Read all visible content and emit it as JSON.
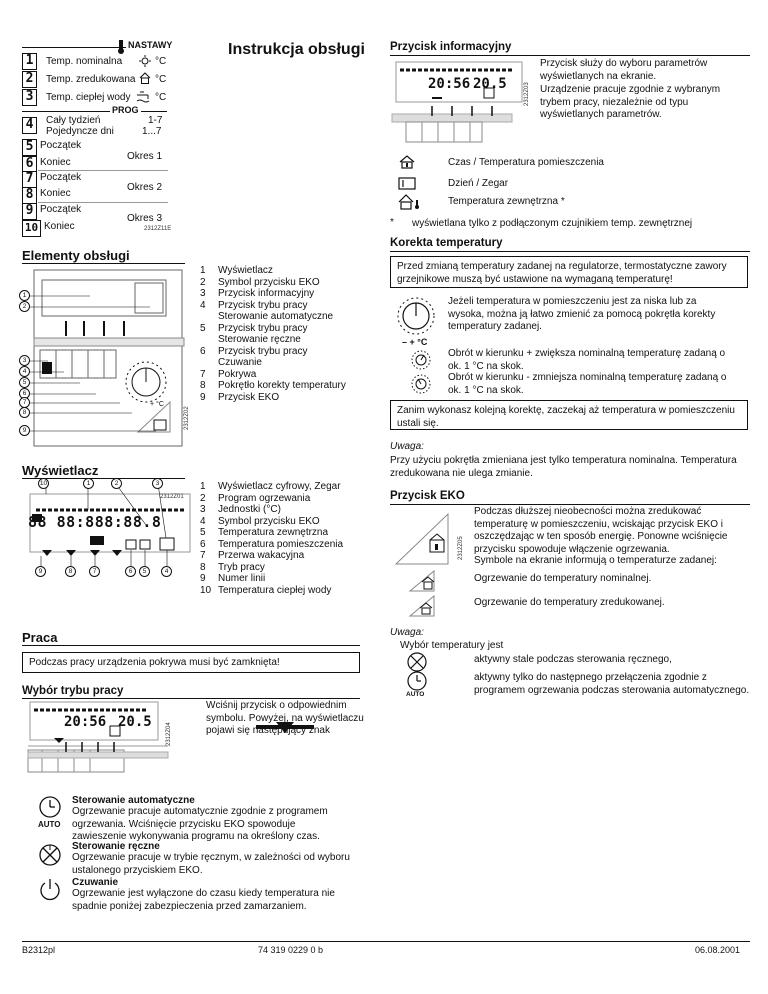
{
  "header": {
    "title": "Instrukcja obsługi"
  },
  "settings": {
    "label": "NASTAWY",
    "rows": [
      {
        "num": "1",
        "label": "Temp. nominalna",
        "unit": "°C"
      },
      {
        "num": "2",
        "label": "Temp. zredukowana",
        "unit": "°C"
      },
      {
        "num": "3",
        "label": "Temp. ciepłej wody",
        "unit": "°C"
      }
    ],
    "prog_label": "PROG",
    "week": {
      "num": "4",
      "label1": "Cały tydzień",
      "label2": "Pojedyncze dni",
      "val1": "1-7",
      "val2": "1...7"
    },
    "periods": [
      {
        "num_start": "5",
        "num_end": "6",
        "start": "Początek",
        "end": "Koniec",
        "name": "Okres 1"
      },
      {
        "num_start": "7",
        "num_end": "8",
        "start": "Początek",
        "end": "Koniec",
        "name": "Okres 2"
      },
      {
        "num_start": "9",
        "num_end": "10",
        "start": "Początek",
        "end": "Koniec",
        "name": "Okres 3"
      }
    ],
    "code": "2312Z11E"
  },
  "controls": {
    "heading": "Elementy obsługi",
    "items": [
      {
        "n": "1",
        "t": "Wyświetlacz"
      },
      {
        "n": "2",
        "t": "Symbol przycisku EKO"
      },
      {
        "n": "3",
        "t": "Przycisk informacyjny"
      },
      {
        "n": "4",
        "t": "Przycisk trybu pracy"
      },
      {
        "n": "",
        "t": "Sterowanie automatyczne"
      },
      {
        "n": "5",
        "t": "Przycisk trybu pracy"
      },
      {
        "n": "",
        "t": "Sterowanie ręczne"
      },
      {
        "n": "6",
        "t": "Przycisk trybu pracy"
      },
      {
        "n": "",
        "t": "Czuwanie"
      },
      {
        "n": "7",
        "t": "Pokrywa"
      },
      {
        "n": "8",
        "t": "Pokrętło korekty temperatury"
      },
      {
        "n": "9",
        "t": "Przycisk EKO"
      }
    ],
    "code": "2312Z02"
  },
  "display": {
    "heading": "Wyświetlacz",
    "items": [
      {
        "n": "1",
        "t": "Wyświetlacz cyfrowy, Zegar"
      },
      {
        "n": "2",
        "t": "Program ogrzewania"
      },
      {
        "n": "3",
        "t": "Jednostki (°C)"
      },
      {
        "n": "4",
        "t": "Symbol przycisku EKO"
      },
      {
        "n": "5",
        "t": "Temperatura zewnętrzna"
      },
      {
        "n": "6",
        "t": "Temperatura pomieszczenia"
      },
      {
        "n": "7",
        "t": "Przerwa wakacyjna"
      },
      {
        "n": "8",
        "t": "Tryb pracy"
      },
      {
        "n": "9",
        "t": "Numer linii"
      },
      {
        "n": "10",
        "t": "Temperatura ciepłej wody"
      }
    ],
    "lcd_text": "88 88:888:88.8",
    "code": "2312Z01"
  },
  "praca": {
    "heading": "Praca",
    "note": "Podczas pracy urządzenia pokrywa musi być zamknięta!"
  },
  "mode_select": {
    "heading": "Wybór trybu pracy",
    "text": "Wciśnij przycisk o odpowiednim symbolu. Powyżej, na wyświetlaczu pojawi się następujący znak",
    "lcd_time": "20:56",
    "lcd_temp": "20.5",
    "code": "2312Z04",
    "modes": [
      {
        "icon_label": "AUTO",
        "title": "Sterowanie automatyczne",
        "desc": "Ogrzewanie pracuje automatycznie zgodnie z programem ogrzewania. Wciśnięcie przycisku EKO spowoduje zawieszenie wykonywania programu na określony czas."
      },
      {
        "title": "Sterowanie ręczne",
        "desc": "Ogrzewanie pracuje w trybie ręcznym, w zależności od wyboru ustalonego przyciskiem EKO."
      },
      {
        "title": "Czuwanie",
        "desc": "Ogrzewanie jest wyłączone do czasu kiedy temperatura nie spadnie poniżej zabezpieczenia przed zamarzaniem."
      }
    ]
  },
  "info_button": {
    "heading": "Przycisk informacyjny",
    "text1": "Przycisk służy do wyboru parametrów wyświetlanych na ekranie.",
    "text2": "Urządzenie pracuje zgodnie z wybranym trybem pracy, niezależnie od typu wyświetlanych parametrów.",
    "lcd_time": "20:56",
    "lcd_temp": "20.5",
    "code": "2312Z03",
    "legend": [
      {
        "t": "Czas / Temperatura pomieszczenia"
      },
      {
        "t": "Dzień / Zegar"
      },
      {
        "t": "Temperatura zewnętrzna *"
      }
    ],
    "footnote_mark": "*",
    "footnote": "wyświetlana tylko z podłączonym czujnikiem temp. zewnętrznej"
  },
  "correction": {
    "heading": "Korekta temperatury",
    "warn": "Przed zmianą temperatury zadanej na regulatorze, termostatyczne zawory grzejnikowe muszą być ustawione na wymaganą temperaturę!",
    "text1": "Jeżeli temperatura w pomieszczeniu jest za niska lub za wysoka, można ją łatwo zmienić za pomocą pokrętła korekty temperatury zadanej.",
    "text2": "Obrót w kierunku + zwiększa nominalną temperaturę zadaną o ok. 1 °C na skok.",
    "text3": "Obrót w kierunku - zmniejsza nominalną temperaturę zadaną o ok. 1 °C na skok.",
    "knob_label": "– + °C",
    "note_box": "Zanim wykonasz kolejną korektę, zaczekaj aż temperatura w pomieszczeniu ustali się.",
    "uwaga": "Uwaga:",
    "uwaga_text": "Przy użyciu pokrętła zmieniana jest tylko temperatura nominalna. Temperatura zredukowana nie ulega zmianie."
  },
  "eko": {
    "heading": "Przycisk EKO",
    "text": "Podczas dłuższej nieobecności można zredukować temperaturę w pomieszczeniu, wciskając przycisk EKO i oszczędzając w ten sposób energię. Ponowne wciśnięcie przycisku spowoduje włączenie ogrzewania.",
    "text2": "Symbole na ekranie informują o temperaturze zadanej:",
    "code": "2312Z05",
    "sym1": "Ogrzewanie do temperatury nominalnej.",
    "sym2": "Ogrzewanie do temperatury zredukowanej.",
    "uwaga": "Uwaga:",
    "uwaga_intro": "Wybór temperatury jest",
    "opt1": "aktywny stale podczas sterowania ręcznego,",
    "opt2": "aktywny tylko do następnego przełączenia zgodnie z programem ogrzewania podczas sterowania automatycznego.",
    "auto_label": "AUTO"
  },
  "footer": {
    "left": "B2312pl",
    "center": "74 319 0229 0 b",
    "right": "06.08.2001"
  }
}
